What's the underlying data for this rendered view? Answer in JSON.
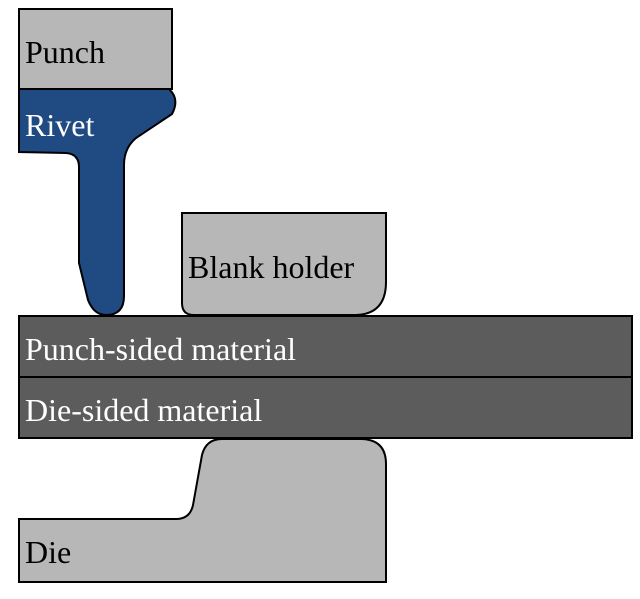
{
  "parts": {
    "punch": {
      "label": "Punch"
    },
    "rivet": {
      "label": "Rivet"
    },
    "blank_holder": {
      "label": "Blank holder"
    },
    "punch_sided_material": {
      "label": "Punch-sided material"
    },
    "die_sided_material": {
      "label": "Die-sided material"
    },
    "die": {
      "label": "Die"
    }
  },
  "colors": {
    "tool_gray": "#b7b7b7",
    "material_gray": "#5c5c5c",
    "rivet_blue": "#1f4a82",
    "outline": "#000000",
    "dark_text": "#000000",
    "light_text": "#ffffff"
  }
}
